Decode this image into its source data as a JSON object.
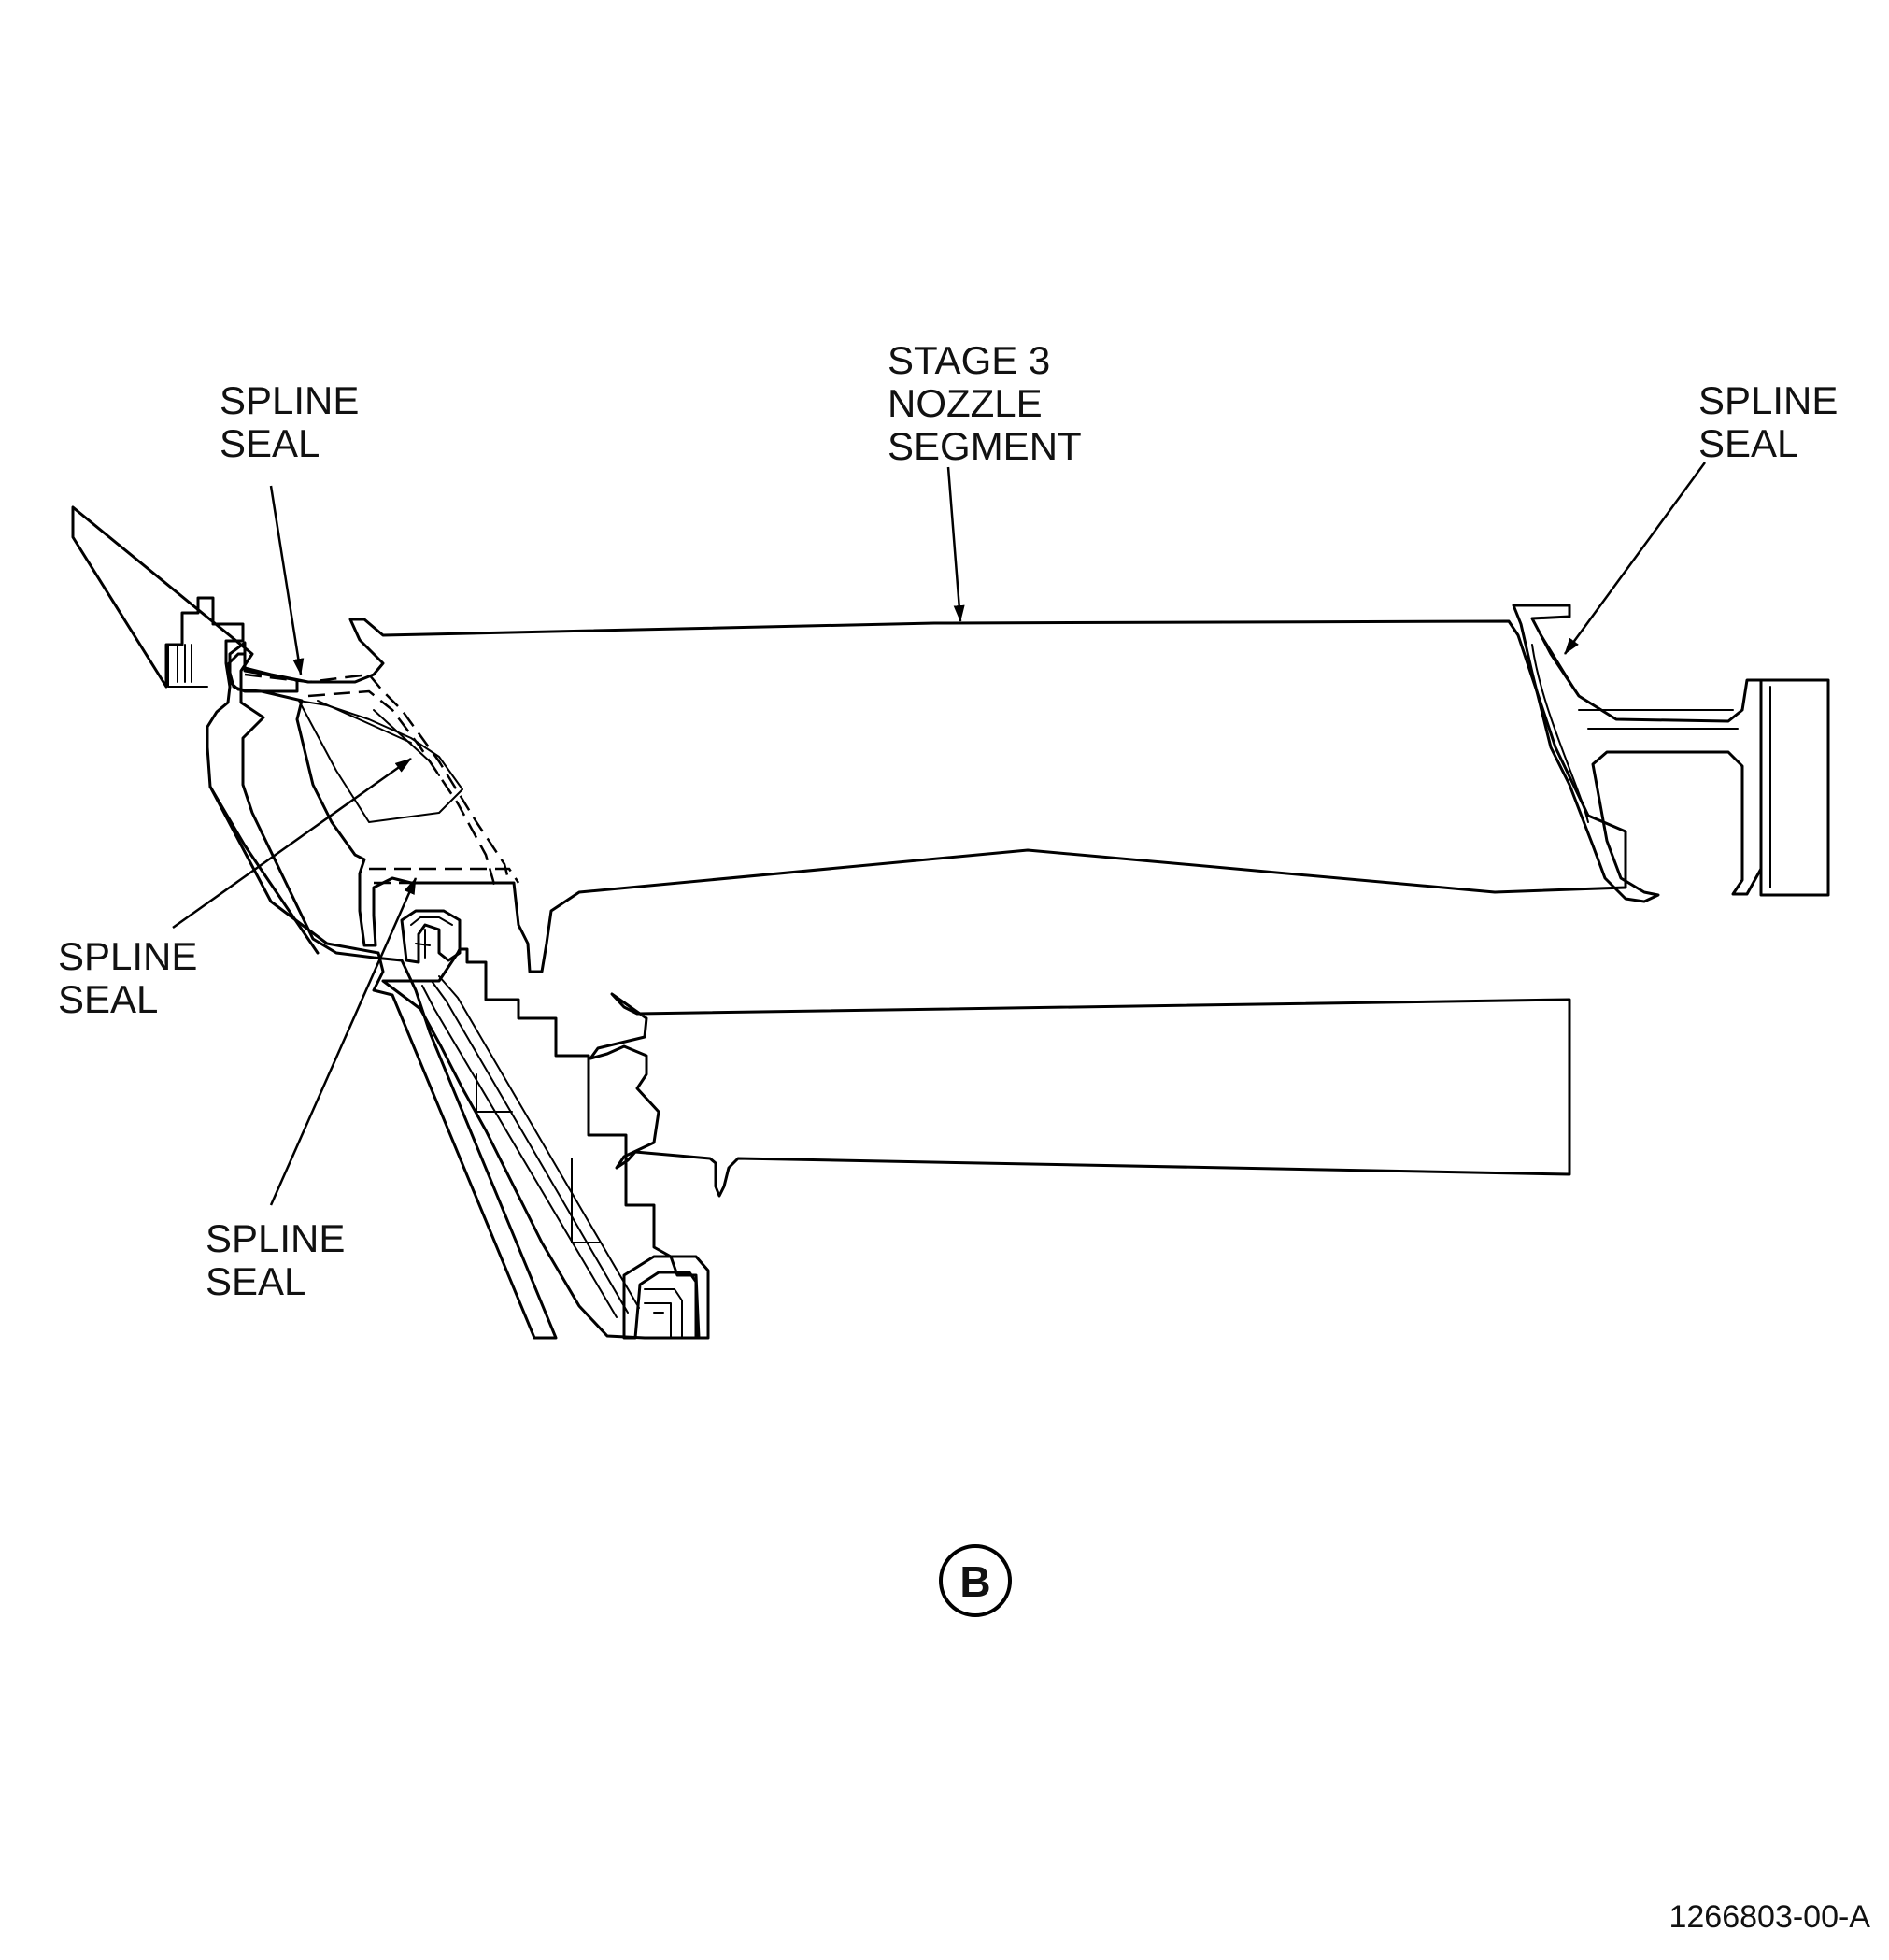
{
  "callouts": {
    "nozzle_segment": [
      "STAGE 3",
      "NOZZLE",
      "SEGMENT"
    ],
    "spline_seal_upper_left": [
      "SPLINE",
      "SEAL"
    ],
    "spline_seal_upper_right": [
      "SPLINE",
      "SEAL"
    ],
    "spline_seal_middle_left": [
      "SPLINE",
      "SEAL"
    ],
    "spline_seal_lower_left": [
      "SPLINE",
      "SEAL"
    ]
  },
  "view_label": "B",
  "figure_id": "1266803-00-A",
  "colors": {
    "nozzle_fill": "#ccfeff",
    "structure_fill": "#fffecc",
    "line": "#000000"
  }
}
